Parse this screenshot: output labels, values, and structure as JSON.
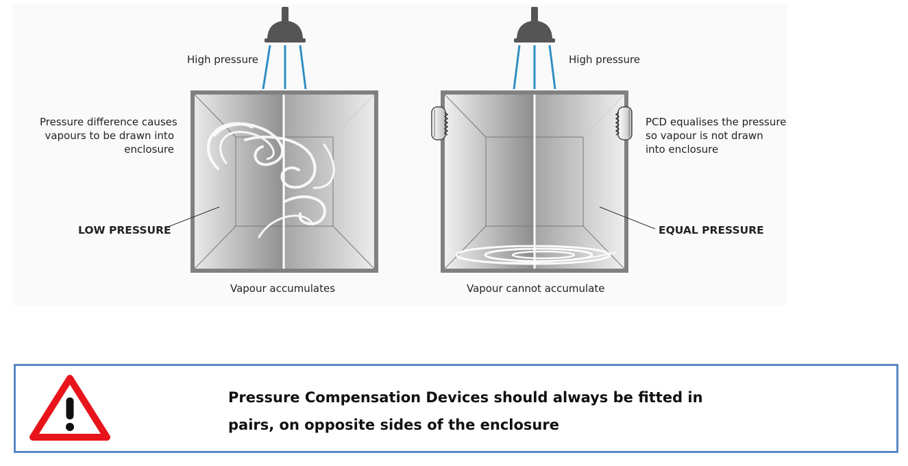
{
  "diagram": {
    "left": {
      "top_label": "High pressure",
      "side_note": [
        "Pressure difference causes",
        "vapours to be drawn into",
        "enclosure"
      ],
      "pressure_label": "LOW PRESSURE",
      "caption": "Vapour accumulates"
    },
    "right": {
      "top_label": "High pressure",
      "side_note": [
        "PCD equalises the pressure",
        "so vapour is not drawn",
        "into enclosure"
      ],
      "pressure_label": "EQUAL PRESSURE",
      "caption": "Vapour cannot accumulate"
    }
  },
  "warning": {
    "icon": "warning-triangle-icon",
    "lines": [
      "Pressure Compensation Devices should always be fitted in",
      "pairs, on opposite sides of the enclosure"
    ],
    "border_color": "#5b87c5",
    "icon_color": "#e8141b"
  }
}
